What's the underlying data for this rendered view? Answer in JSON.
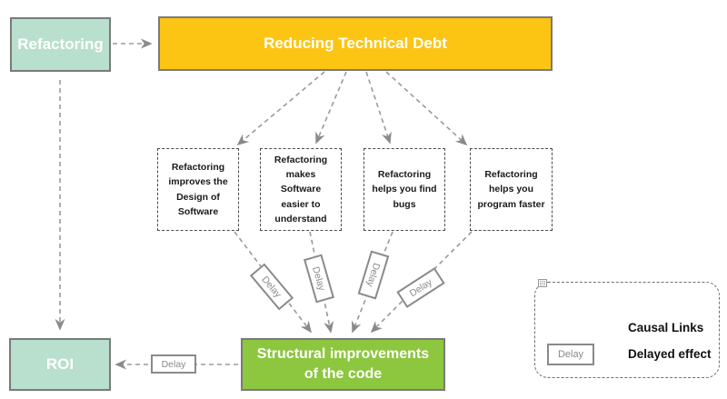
{
  "nodes": {
    "refactoring": "Refactoring",
    "reducing_debt": "Reducing Technical Debt",
    "improves_design": "Refactoring improves the Design of Software",
    "easier_understand": "Refactoring makes Software easier to understand",
    "find_bugs": "Refactoring helps you find bugs",
    "program_faster": "Refactoring helps you program faster",
    "structural": "Structural improvements of the code",
    "roi": "ROI"
  },
  "delays": {
    "d1": "Delay",
    "d2": "Delay",
    "d3": "Delay",
    "d4": "Delay",
    "d5": "Delay"
  },
  "legend": {
    "causal_links": "Causal Links",
    "delayed_effect": "Delayed effect",
    "delay_sample": "Delay"
  },
  "icons": {
    "collapse": "⊟"
  },
  "colors": {
    "mint": "#b9dfce",
    "yellow": "#fcc513",
    "green": "#8dc63f",
    "arrow_gray": "#9a9a9a",
    "border_gray": "#7a7a7a"
  }
}
